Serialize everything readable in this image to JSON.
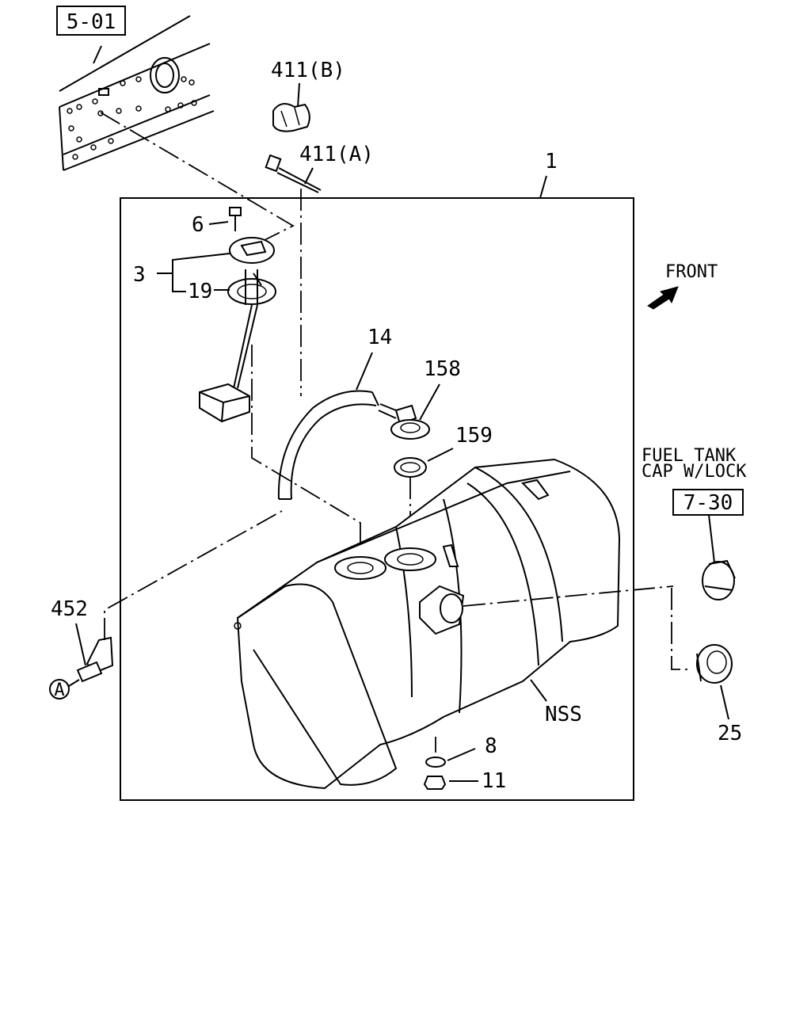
{
  "refs": {
    "frame_ref": "5-01",
    "cap_ref": "7-30"
  },
  "labels": {
    "p411b": "411(B)",
    "p411a": "411(A)",
    "p1": "1",
    "p6": "6",
    "p3": "3",
    "p19": "19",
    "p14": "14",
    "p158": "158",
    "p159": "159",
    "p452": "452",
    "pA": "A",
    "pNSS": "NSS",
    "p8": "8",
    "p11": "11",
    "p25": "25",
    "front": "FRONT",
    "cap_line1": "FUEL TANK",
    "cap_line2": "CAP W/LOCK"
  }
}
